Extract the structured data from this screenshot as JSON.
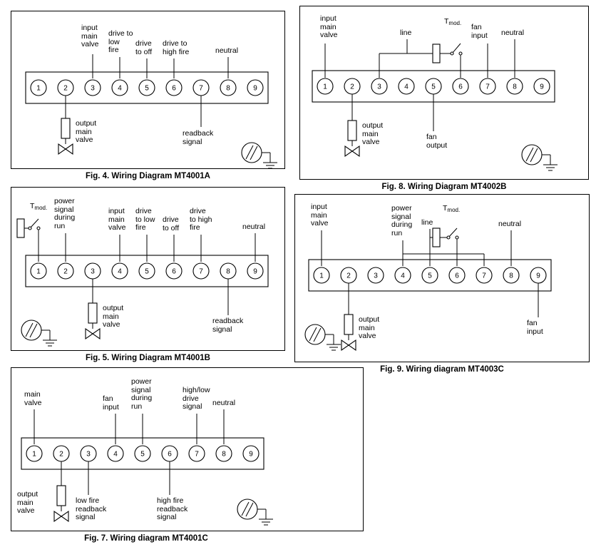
{
  "colors": {
    "ink": "#000000",
    "background": "#ffffff"
  },
  "terminals": [
    "1",
    "2",
    "3",
    "4",
    "5",
    "6",
    "7",
    "8",
    "9"
  ],
  "figures": {
    "fig4": {
      "caption": "Fig. 4. Wiring Diagram MT4001A",
      "top_labels": {
        "input_main_valve": "input\nmain\nvalve",
        "drive_to_low_fire": "drive to\nlow\nfire",
        "drive_to_off": "drive\nto off",
        "drive_to_high_fire": "drive to\nhigh fire",
        "neutral": "neutral"
      },
      "bottom_labels": {
        "output_main_valve": "output\nmain\nvalve",
        "readback_signal": "readback\nsignal"
      }
    },
    "fig8": {
      "caption": "Fig. 8. Wiring Diagram MT4002B",
      "top_labels": {
        "input_main_valve": "input\nmain\nvalve",
        "line": "line",
        "tmod_base": "T",
        "tmod_sub": "mod.",
        "fan_input": "fan\ninput",
        "neutral": "neutral"
      },
      "bottom_labels": {
        "output_main_valve": "output\nmain\nvalve",
        "fan_output": "fan\noutput"
      }
    },
    "fig5": {
      "caption": "Fig. 5. Wiring Diagram MT4001B",
      "top_labels": {
        "tmod_base": "T",
        "tmod_sub": "mod.",
        "power_signal_during_run": "power\nsignal\nduring\nrun",
        "input_main_valve": "input\nmain\nvalve",
        "drive_to_low_fire": "drive\nto low\nfire",
        "drive_to_off": "drive\nto off",
        "drive_to_high_fire": "drive\nto high\nfire",
        "neutral": "neutral"
      },
      "bottom_labels": {
        "output_main_valve": "output\nmain\nvalve",
        "readback_signal": "readback\nsignal"
      }
    },
    "fig9": {
      "caption": "Fig. 9. Wiring diagram MT4003C",
      "top_labels": {
        "input_main_valve": "input\nmain\nvalve",
        "power_signal_during_run": "power\nsignal\nduring\nrun",
        "line": "line",
        "tmod_base": "T",
        "tmod_sub": "mod.",
        "neutral": "neutral"
      },
      "bottom_labels": {
        "output_main_valve": "output\nmain\nvalve",
        "fan_input": "fan\ninput"
      }
    },
    "fig7": {
      "caption": "Fig. 7. Wiring diagram MT4001C",
      "top_labels": {
        "main_valve": "main\nvalve",
        "fan_input": "fan\ninput",
        "power_signal_during_run": "power\nsignal\nduring\nrun",
        "high_low_drive_signal": "high/low\ndrive\nsignal",
        "neutral": "neutral"
      },
      "bottom_labels": {
        "output_main_valve": "output\nmain\nvalve",
        "low_fire_readback_signal": "low fire\nreadback\nsignal",
        "high_fire_readback_signal": "high fire\nreadback\nsignal"
      }
    }
  }
}
